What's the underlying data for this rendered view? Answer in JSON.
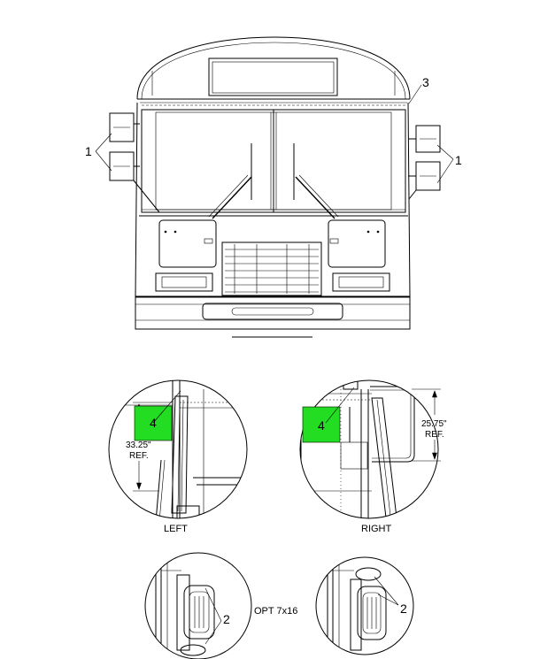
{
  "callouts": {
    "mirror_left": "1",
    "mirror_right": "1",
    "top_right": "3",
    "detail_left": "4",
    "detail_right": "4",
    "lower_left": "2",
    "lower_right": "2"
  },
  "dimensions": {
    "left_value": "33.25\"",
    "left_ref": "REF.",
    "right_value": "25.75\"",
    "right_ref": "REF."
  },
  "captions": {
    "left": "LEFT",
    "right": "RIGHT",
    "option": "OPT 7x16"
  },
  "colors": {
    "highlight": "#22dd22",
    "line": "#000000"
  }
}
